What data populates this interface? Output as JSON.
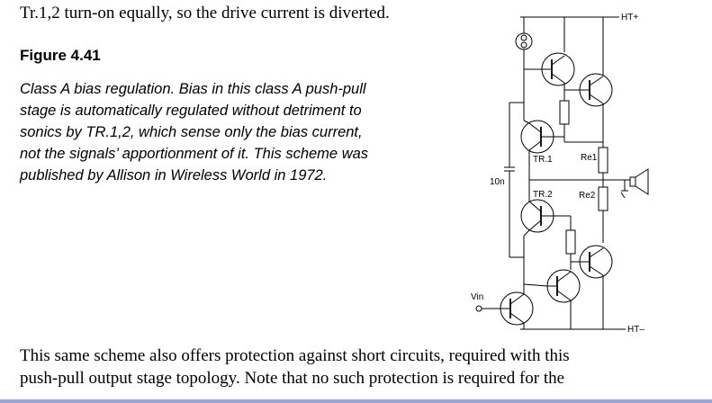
{
  "top_line": "Tr.1,2 turn-on equally, so the drive current is diverted.",
  "figure": {
    "title": "Figure 4.41",
    "caption_lines": [
      "Class A bias regulation. Bias in this class A push-pull",
      "stage is automatically regulated without detriment to",
      "sonics by TR.1,2, which sense only the bias current,",
      "not the signals’ apportionment of it. This scheme was",
      "published by Allison in Wireless World in 1972."
    ]
  },
  "schematic_labels": {
    "ht_plus": "HT+",
    "ht_minus": "HT–",
    "tr1": "TR.1",
    "tr2": "TR.2",
    "re1": "Re1",
    "re2": "Re2",
    "cap": "10n",
    "vin": "Vin"
  },
  "bottom_lines": [
    "This same scheme also offers protection against short circuits, required with this",
    "push-pull output stage topology. Note that no such protection is required for the"
  ],
  "colors": {
    "text": "#000000",
    "line": "#000000",
    "bar": "#9aa6d8"
  }
}
